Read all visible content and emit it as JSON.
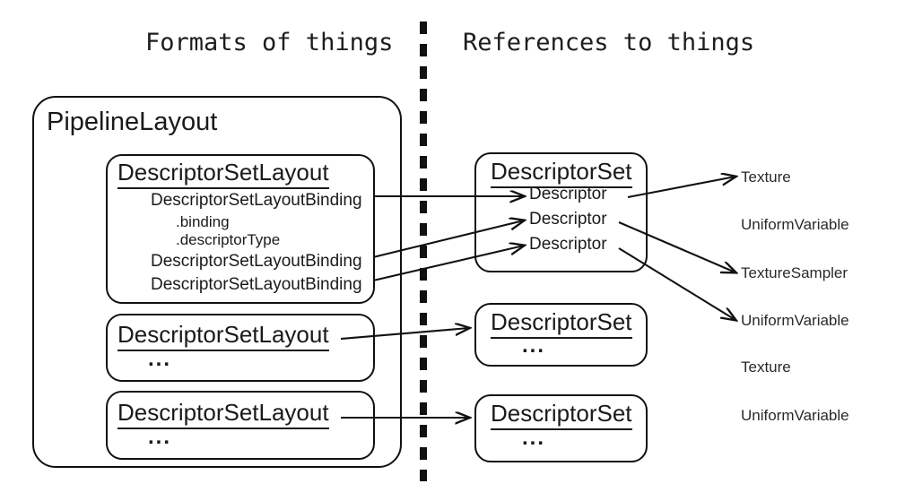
{
  "headers": {
    "left": "Formats of things",
    "right": "References to things"
  },
  "left_column": {
    "container": {
      "title": "PipelineLayout"
    },
    "descriptor_set_layouts": [
      {
        "title": "DescriptorSetLayout",
        "bindings": [
          {
            "name": "DescriptorSetLayoutBinding",
            "fields": [
              ".binding",
              ".descriptorType"
            ]
          },
          {
            "name": "DescriptorSetLayoutBinding",
            "fields": []
          },
          {
            "name": "DescriptorSetLayoutBinding",
            "fields": []
          }
        ]
      },
      {
        "title": "DescriptorSetLayout",
        "ellipsis": "..."
      },
      {
        "title": "DescriptorSetLayout",
        "ellipsis": "..."
      }
    ]
  },
  "right_column": {
    "descriptor_sets": [
      {
        "title": "DescriptorSet",
        "descriptors": [
          "Descriptor",
          "Descriptor",
          "Descriptor"
        ]
      },
      {
        "title": "DescriptorSet",
        "ellipsis": "..."
      },
      {
        "title": "DescriptorSet",
        "ellipsis": "..."
      }
    ],
    "resources": [
      "Texture",
      "UniformVariable",
      "TextureSampler",
      "UniformVariable",
      "Texture",
      "UniformVariable"
    ]
  },
  "colors": {
    "stroke": "#111111",
    "text": "#1a1a1a",
    "background": "#ffffff"
  }
}
